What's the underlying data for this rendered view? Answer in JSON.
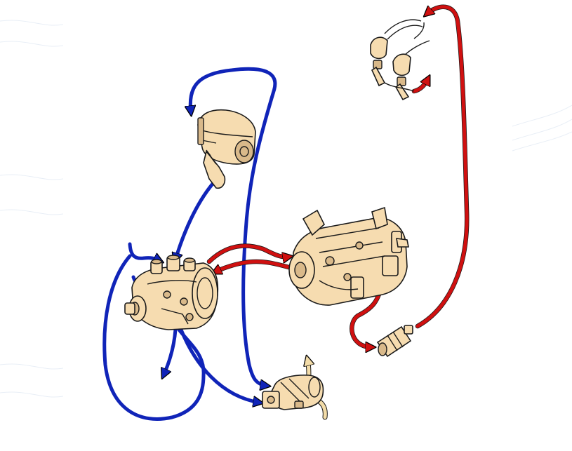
{
  "diagram": {
    "colors": {
      "supply_line": "#1024b8",
      "return_line": "#d01010",
      "drain_line": "#f3dca8",
      "component_fill": "#f6dcb0",
      "background": "#ffffff"
    },
    "components": [
      {
        "id": "fuel-filter",
        "icon": "fuel-filter-icon"
      },
      {
        "id": "transfer-pump",
        "icon": "fuel-pump-icon"
      },
      {
        "id": "injection-pump",
        "icon": "injection-pump-icon"
      },
      {
        "id": "injector-lines",
        "icon": "injector-nozzles-icon"
      },
      {
        "id": "check-valve",
        "icon": "check-valve-icon"
      },
      {
        "id": "fuel-heater",
        "icon": "fuel-heater-icon"
      }
    ]
  }
}
